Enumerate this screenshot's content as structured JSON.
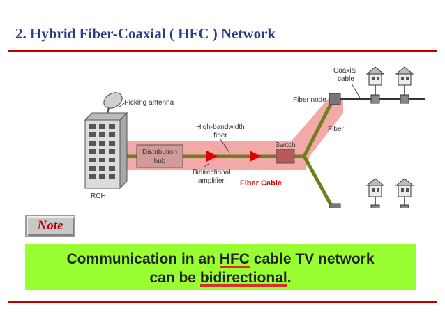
{
  "slide": {
    "title": "2. Hybrid Fiber-Coaxial ( HFC ) Network"
  },
  "diagram": {
    "labels": {
      "picking_antenna": "Picking antenna",
      "high_bandwidth_fiber_1": "High-bandwidth",
      "high_bandwidth_fiber_2": "fiber",
      "distribution_hub_1": "Distribution",
      "distribution_hub_2": "hub",
      "switch": "Switch",
      "bidirectional_amplifier_1": "Bidirectional",
      "bidirectional_amplifier_2": "amplifier",
      "fiber_node": "Fiber node",
      "fiber": "Fiber",
      "coaxial_cable_1": "Coaxial",
      "coaxial_cable_2": "cable",
      "rch": "RCH",
      "fiber_cable": "Fiber Cable"
    },
    "colors": {
      "highlight": "#f4a9a9",
      "fiber_line": "#6f7f1e",
      "amplifier": "#e00000",
      "switch": "#b85a5a",
      "hub": "#d49a9a"
    }
  },
  "note": {
    "label": "Note"
  },
  "message": {
    "part1": "Communication in an ",
    "hfc": "HFC",
    "part2": " cable TV network",
    "part3": "can be ",
    "bidirectional": "bidirectional",
    "part4": "."
  }
}
